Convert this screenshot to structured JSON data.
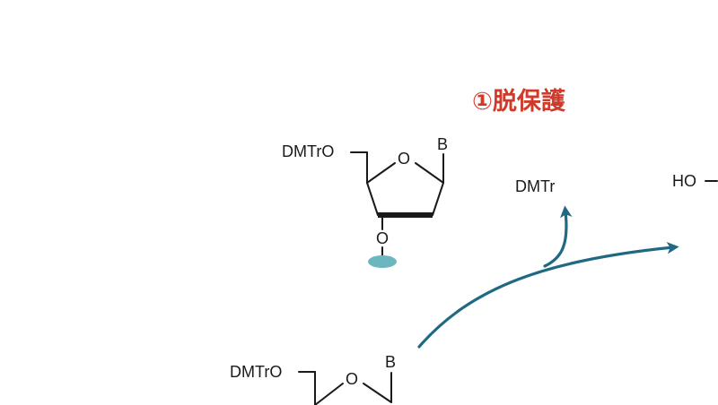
{
  "step_title": "①脱保護",
  "colors": {
    "title": "#d03a2a",
    "arrow": "#1f6a82",
    "support": "#6cb6c0",
    "bond": "#1a1a1a"
  },
  "top_nucleoside": {
    "protecting_group": "DMTrO",
    "ring_oxygen": "O",
    "base": "B",
    "linker_oxygen": "O"
  },
  "released_group": "DMTr",
  "product_label": "HO",
  "bottom_nucleoside": {
    "protecting_group": "DMTrO",
    "ring_oxygen": "O",
    "base": "B"
  }
}
